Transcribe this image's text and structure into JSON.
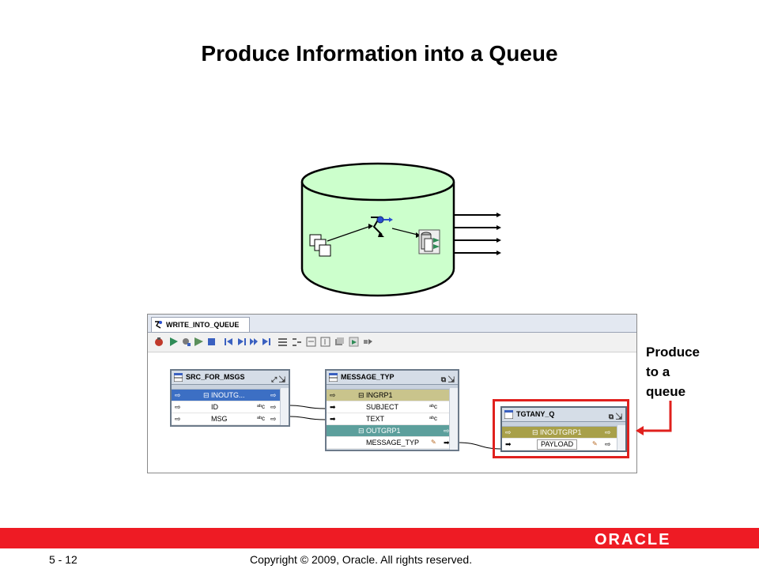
{
  "slide": {
    "title": "Produce Information into a Queue",
    "callout": [
      "Produce",
      "to a",
      "queue"
    ],
    "slide_number": "5 - 12",
    "copyright": "Copyright © 2009, Oracle. All rights reserved.",
    "logo": "ORACLE"
  },
  "colors": {
    "cylinder_fill": "#ccffcc",
    "red_bar": "#ee1b24",
    "highlight_box": "#e0201d"
  },
  "editor": {
    "tab_label": "WRITE_INTO_QUEUE",
    "toolbar_icons": [
      "run-icon",
      "validate-icon",
      "debug-icon",
      "generate-icon",
      "first-icon",
      "step-back-icon",
      "step-icon",
      "skip-icon",
      "group-icon",
      "ungroup-icon",
      "expand-icon",
      "collapse-icon",
      "find-icon",
      "map-icon",
      "arrow-icon"
    ],
    "source": {
      "name": "SRC_FOR_MSGS",
      "group": "INOUTG...",
      "attributes": [
        {
          "name": "ID"
        },
        {
          "name": "MSG"
        }
      ]
    },
    "message_type": {
      "name": "MESSAGE_TYP",
      "input_group": "INGRP1",
      "input_attributes": [
        {
          "name": "SUBJECT"
        },
        {
          "name": "TEXT"
        }
      ],
      "output_group": "OUTGRP1",
      "output_attributes": [
        {
          "name": "MESSAGE_TYP"
        }
      ]
    },
    "target_queue": {
      "name": "TGTANY_Q",
      "group": "INOUTGRP1",
      "attributes": [
        {
          "name": "PAYLOAD"
        }
      ]
    }
  }
}
